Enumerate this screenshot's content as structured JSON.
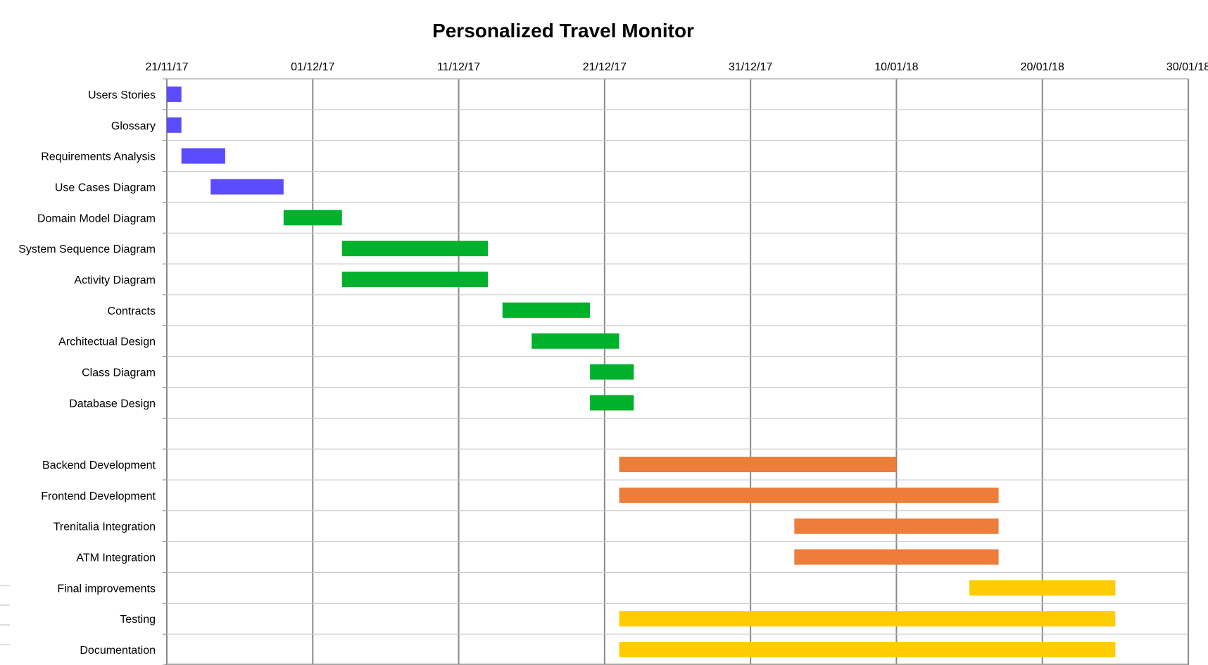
{
  "chart_data": {
    "type": "gantt",
    "title": "Personalized Travel Monitor",
    "x_axis": {
      "ticks": [
        "21/11/17",
        "01/12/17",
        "11/12/17",
        "21/12/17",
        "31/12/17",
        "10/01/18",
        "20/01/18",
        "30/01/18"
      ],
      "range": [
        "2017-11-21",
        "2018-01-30"
      ],
      "position": "top",
      "grid": true
    },
    "tasks": [
      {
        "label": "Users Stories",
        "start": "2017-11-21",
        "end": "2017-11-22",
        "color": "#5b4cff"
      },
      {
        "label": "Glossary",
        "start": "2017-11-21",
        "end": "2017-11-22",
        "color": "#5b4cff"
      },
      {
        "label": "Requirements Analysis",
        "start": "2017-11-22",
        "end": "2017-11-25",
        "color": "#5b4cff"
      },
      {
        "label": "Use Cases Diagram",
        "start": "2017-11-24",
        "end": "2017-11-29",
        "color": "#5b4cff"
      },
      {
        "label": "Domain Model Diagram",
        "start": "2017-11-29",
        "end": "2017-12-03",
        "color": "#00b12c"
      },
      {
        "label": "System Sequence Diagram",
        "start": "2017-12-03",
        "end": "2017-12-13",
        "color": "#00b12c"
      },
      {
        "label": "Activity Diagram",
        "start": "2017-12-03",
        "end": "2017-12-13",
        "color": "#00b12c"
      },
      {
        "label": "Contracts",
        "start": "2017-12-14",
        "end": "2017-12-20",
        "color": "#00b12c"
      },
      {
        "label": "Architectual Design",
        "start": "2017-12-16",
        "end": "2017-12-22",
        "color": "#00b12c"
      },
      {
        "label": "Class Diagram",
        "start": "2017-12-20",
        "end": "2017-12-23",
        "color": "#00b12c"
      },
      {
        "label": "Database Design",
        "start": "2017-12-20",
        "end": "2017-12-23",
        "color": "#00b12c"
      },
      {
        "label": "",
        "start": null,
        "end": null,
        "color": null
      },
      {
        "label": "Backend Development",
        "start": "2017-12-22",
        "end": "2018-01-10",
        "color": "#ed7d3a"
      },
      {
        "label": "Frontend Development",
        "start": "2017-12-22",
        "end": "2018-01-17",
        "color": "#ed7d3a"
      },
      {
        "label": "Trenitalia Integration",
        "start": "2018-01-03",
        "end": "2018-01-17",
        "color": "#ed7d3a"
      },
      {
        "label": "ATM Integration",
        "start": "2018-01-03",
        "end": "2018-01-17",
        "color": "#ed7d3a"
      },
      {
        "label": "Final improvements",
        "start": "2018-01-15",
        "end": "2018-01-25",
        "color": "#ffcc00"
      },
      {
        "label": "Testing",
        "start": "2017-12-22",
        "end": "2018-01-25",
        "color": "#ffcc00"
      },
      {
        "label": "Documentation",
        "start": "2017-12-22",
        "end": "2018-01-25",
        "color": "#ffcc00"
      }
    ]
  }
}
